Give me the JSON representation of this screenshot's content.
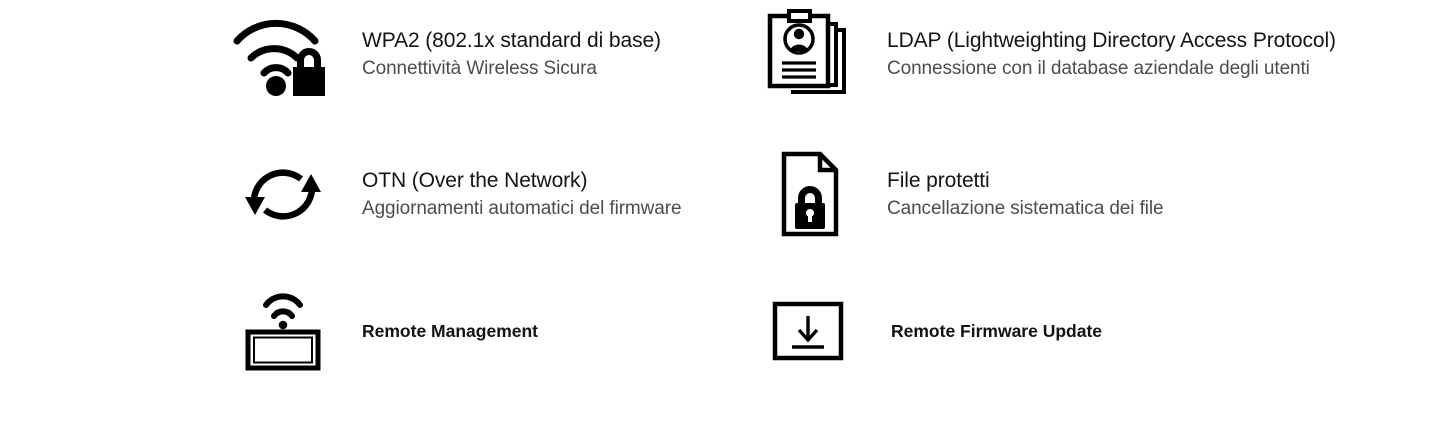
{
  "page": {
    "background": "#ffffff",
    "title_color": "#141414",
    "subtitle_color": "#4d4d4d",
    "icon_color": "#000000"
  },
  "features": [
    {
      "icon": "wifi-lock-icon",
      "title": "WPA2 (802.1x standard di base)",
      "subtitle": "Connettività Wireless Sicura"
    },
    {
      "icon": "id-card-stack-icon",
      "title": "LDAP (Lightweighting Directory Access Protocol)",
      "subtitle": "Connessione con il database aziendale degli utenti"
    },
    {
      "icon": "refresh-cycle-icon",
      "title": "OTN (Over the Network)",
      "subtitle": "Aggiornamenti automatici del firmware"
    },
    {
      "icon": "document-lock-icon",
      "title": "File protetti",
      "subtitle": "Cancellazione sistematica dei file"
    },
    {
      "icon": "monitor-wifi-icon",
      "title": "Remote Management",
      "subtitle": ""
    },
    {
      "icon": "download-box-icon",
      "title": "Remote Firmware Update",
      "subtitle": ""
    }
  ]
}
